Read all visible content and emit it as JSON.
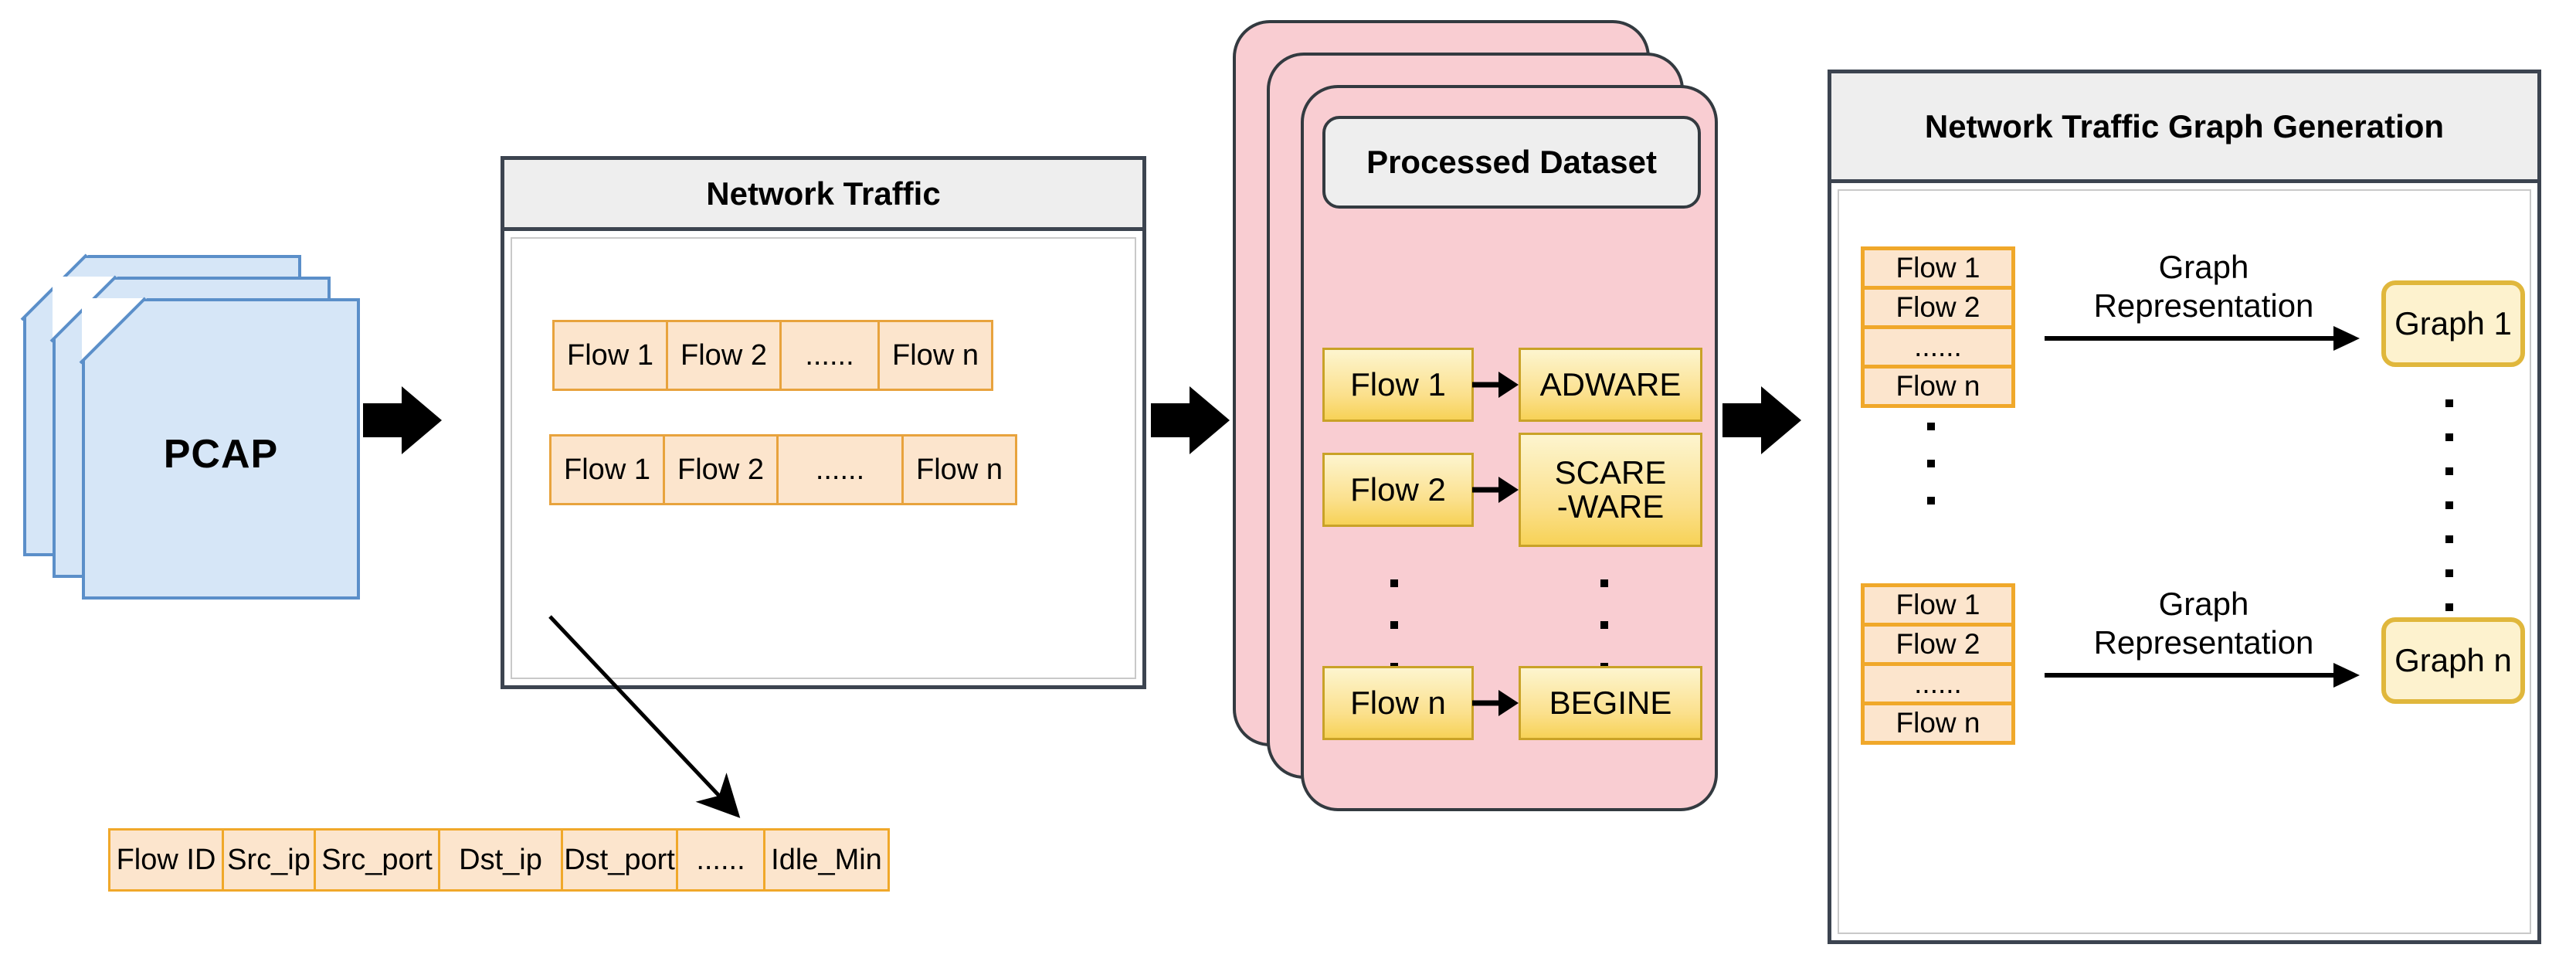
{
  "pcap": {
    "label": "PCAP"
  },
  "network_traffic": {
    "title": "Network Traffic",
    "rows": [
      {
        "cells": [
          "Flow 1",
          "Flow 2",
          "......",
          "Flow n"
        ]
      },
      {
        "cells": [
          "Flow 1",
          "Flow 2",
          "......",
          "Flow n"
        ]
      }
    ]
  },
  "feature_table": {
    "columns": [
      "Flow ID",
      "Src_ip",
      "Src_port",
      "Dst_ip",
      "Dst_port",
      "......",
      "Idle_Min"
    ]
  },
  "processed_dataset": {
    "title": "Processed Dataset",
    "mappings": [
      {
        "flow": "Flow 1",
        "label": "ADWARE"
      },
      {
        "flow": "Flow 2",
        "label": "SCARE\n-WARE"
      },
      {
        "flow": "Flow n",
        "label": "BEGINE"
      }
    ],
    "ellipsis": "vertical-dots"
  },
  "graph_generation": {
    "title": "Network Traffic Graph Generation",
    "groups": [
      {
        "flows": [
          "Flow 1",
          "Flow 2",
          "......",
          "Flow n"
        ],
        "relation_label": "Graph\nRepresentation",
        "graph": "Graph 1"
      },
      {
        "flows": [
          "Flow 1",
          "Flow 2",
          "......",
          "Flow n"
        ],
        "relation_label": "Graph\nRepresentation",
        "graph": "Graph n"
      }
    ]
  },
  "colors": {
    "pcap_fill": "#d6e6f7",
    "pcap_border": "#5b8fc9",
    "flow_fill": "#fce5cd",
    "flow_border": "#e8a33d",
    "panel_border": "#3c4450",
    "header_fill": "#eeeeee",
    "pink_fill": "#f9cdd2",
    "yellow_fill": "#fbe08c",
    "graph_fill": "#fdf2ce",
    "graph_border": "#e0b73c",
    "arrow": "#000000"
  },
  "icons": {
    "block_arrow": "right-block-arrow",
    "thin_arrow": "right-arrow",
    "diagonal_arrow": "diagonal-down-right-arrow",
    "vertical_dots": "vertical-ellipsis"
  }
}
